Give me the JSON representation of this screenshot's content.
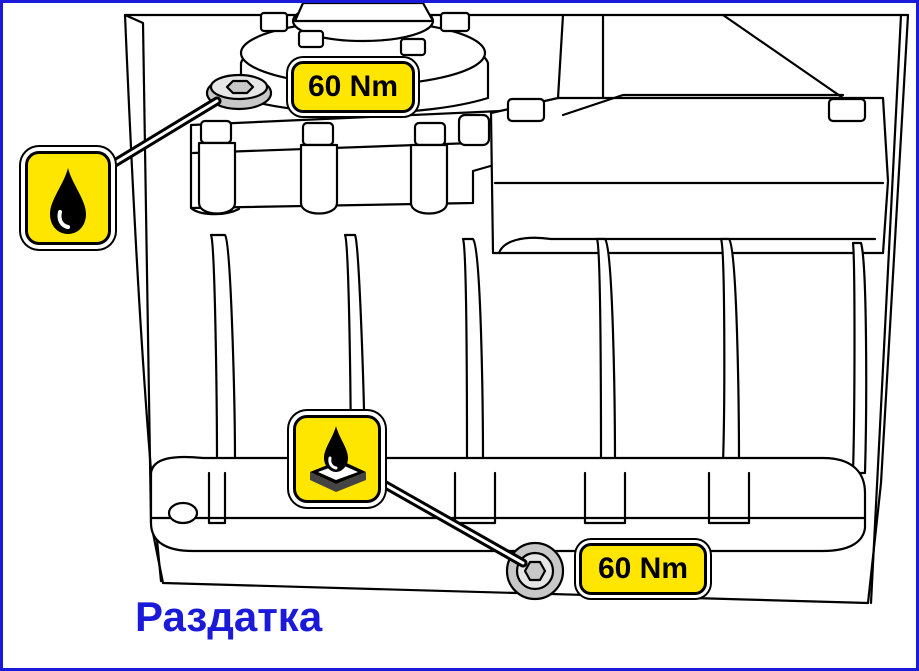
{
  "diagram": {
    "caption": "Раздатка",
    "callouts": [
      {
        "id": "upper-fill-plug",
        "torque": "60 Nm",
        "icon": "oil-drop-icon"
      },
      {
        "id": "lower-drain-plug",
        "torque": "60 Nm",
        "icon": "sealant-drop-icon"
      }
    ]
  },
  "colors": {
    "border": "#1a1ad8",
    "caption": "#1a1ad8",
    "tag_fill": "#ffe600",
    "plug_fill": "#c8c8c8"
  }
}
